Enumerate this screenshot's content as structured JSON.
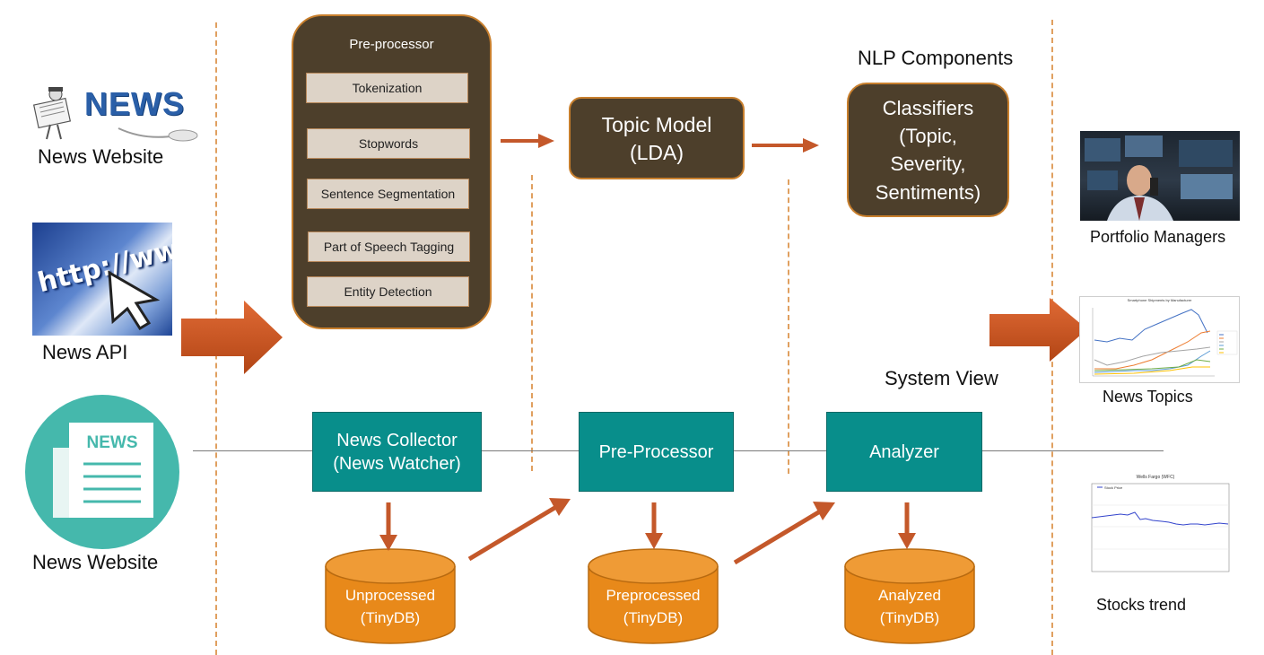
{
  "sources": {
    "news_website_1": "News Website",
    "news_api": "News API",
    "news_website_2": "News Website",
    "news_logo_text": "NEWS",
    "http_text": "http://www",
    "news_icon_text": "NEWS"
  },
  "preprocessor": {
    "title": "Pre-processor",
    "steps": [
      "Tokenization",
      "Stopwords",
      "Sentence Segmentation",
      "Part of Speech Tagging",
      "Entity Detection"
    ]
  },
  "topic_model": {
    "line1": "Topic Model",
    "line2": "(LDA)"
  },
  "nlp": {
    "heading": "NLP Components",
    "classifiers_lines": [
      "Classifiers",
      "(Topic,",
      "Severity,",
      "Sentiments)"
    ]
  },
  "system": {
    "heading": "System View",
    "collector_lines": [
      "News Collector",
      "(News Watcher)"
    ],
    "preprocessor": "Pre-Processor",
    "analyzer": "Analyzer"
  },
  "databases": [
    {
      "line1": "Unprocessed",
      "line2": "(TinyDB)"
    },
    {
      "line1": "Preprocessed",
      "line2": "(TinyDB)"
    },
    {
      "line1": "Analyzed",
      "line2": "(TinyDB)"
    }
  ],
  "outputs": {
    "portfolio_managers": "Portfolio Managers",
    "news_topics": "News Topics",
    "stocks_trend": "Stocks trend",
    "news_topics_chart_title": "Smartphone Shipments by Manufacturer",
    "stocks_chart_title": "Wells Fargo (WFC)",
    "stocks_chart_legend": "Stock Price"
  },
  "colors": {
    "dark_brown": "#4d3f2b",
    "orange_border": "#c87f2d",
    "teal": "#088e8b",
    "orange_db": "#e8891a",
    "arrow": "#c4582a",
    "dash": "#e0a060"
  }
}
